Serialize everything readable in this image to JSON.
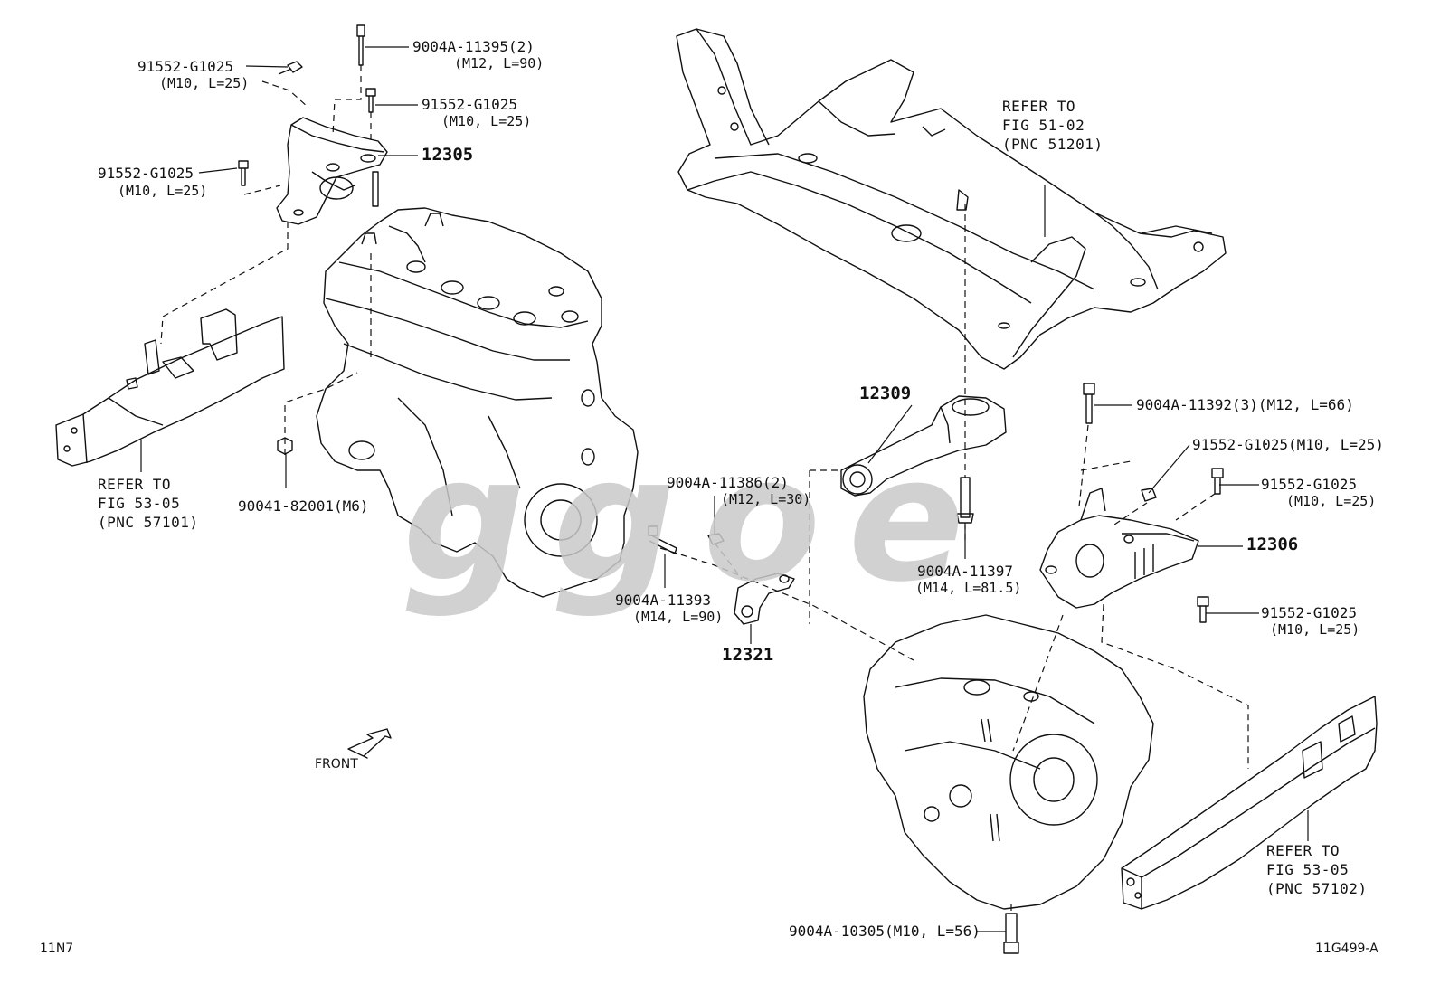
{
  "diagram": {
    "callouts": {
      "bolt_top_left": {
        "part": "91552-G1025",
        "spec": "(M10, L=25)"
      },
      "bolt_top_center": {
        "part": "9004A-11395(2)",
        "spec": "(M12, L=90)"
      },
      "bolt_top_right": {
        "part": "91552-G1025",
        "spec": "(M10, L=25)"
      },
      "bolt_left_mid": {
        "part": "91552-G1025",
        "spec": "(M10, L=25)"
      },
      "mount_12305": "12305",
      "nut_90041": "90041-82001(M6)",
      "rod_12309": "12309",
      "bolt_11386": {
        "part": "9004A-11386(2)",
        "spec": "(M12, L=30)"
      },
      "bolt_11393": {
        "part": "9004A-11393",
        "spec": "(M14, L=90)"
      },
      "bracket_12321": "12321",
      "bolt_11397": {
        "part": "9004A-11397",
        "spec": "(M14, L=81.5)"
      },
      "bolt_11392": "9004A-11392(3)(M12, L=66)",
      "bolt_right_1": "91552-G1025(M10, L=25)",
      "bolt_right_2": {
        "part": "91552-G1025",
        "spec": "(M10, L=25)"
      },
      "mount_12306": "12306",
      "bolt_right_3": {
        "part": "91552-G1025",
        "spec": "(M10, L=25)"
      },
      "bolt_10305": "9004A-10305(M10, L=56)"
    },
    "refs": {
      "left_member": [
        "REFER TO",
        "FIG 53-05",
        "(PNC 57101)"
      ],
      "crossmember": [
        "REFER TO",
        "FIG 51-02",
        "(PNC 51201)"
      ],
      "right_member": [
        "REFER TO",
        "FIG 53-05",
        "(PNC 57102)"
      ]
    },
    "front_label": "FRONT",
    "footer_left": "11N7",
    "footer_right": "11G499-A",
    "watermark": "ggoe",
    "line_color": "#111111",
    "watermark_color": "#c9c9c9"
  }
}
